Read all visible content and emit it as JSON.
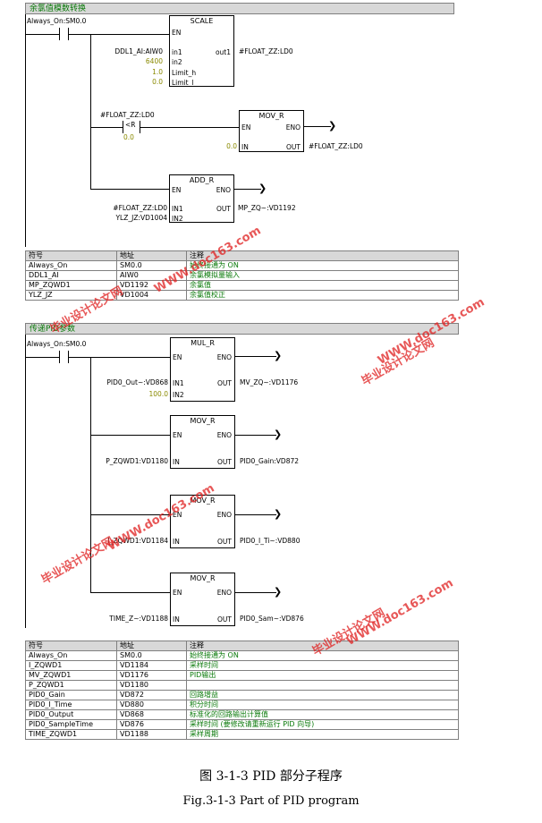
{
  "section1": {
    "header": "余氯值模数转换",
    "contact_label": "Always_On:SM0.0",
    "scale": {
      "title": "SCALE",
      "en": "EN",
      "in1": "in1",
      "in2": "in2",
      "limit_h": "Limit_h",
      "limit_l": "Limit_l",
      "out1": "out1",
      "in1_src": "DDL1_AI:AIW0",
      "in2_val": "6400",
      "limit_h_val": "1.0",
      "limit_l_val": "0.0",
      "out1_dst": "#FLOAT_ZZ:LD0"
    },
    "cmp": {
      "top": "#FLOAT_ZZ:LD0",
      "op": "<R",
      "bottom": "0.0"
    },
    "movr": {
      "title": "MOV_R",
      "en": "EN",
      "eno": "ENO",
      "in": "IN",
      "out": "OUT",
      "in_val": "0.0",
      "out_dst": "#FLOAT_ZZ:LD0"
    },
    "addr": {
      "title": "ADD_R",
      "en": "EN",
      "eno": "ENO",
      "in1": "IN1",
      "in2": "IN2",
      "out": "OUT",
      "in1_src": "#FLOAT_ZZ:LD0",
      "in2_src": "YLZ_JZ:VD1004",
      "out_dst": "MP_ZQ~:VD1192"
    }
  },
  "table1": {
    "headers": [
      "符号",
      "地址",
      "注释"
    ],
    "rows": [
      [
        "Always_On",
        "SM0.0",
        "始终接通为 ON"
      ],
      [
        "DDL1_AI",
        "AIW0",
        "余氯模拟量输入"
      ],
      [
        "MP_ZQWD1",
        "VD1192",
        "余氯值"
      ],
      [
        "YLZ_JZ",
        "VD1004",
        "余氯值校正"
      ]
    ]
  },
  "section2": {
    "header": "传递PID参数",
    "contact_label": "Always_On:SM0.0",
    "mulr": {
      "title": "MUL_R",
      "en": "EN",
      "eno": "ENO",
      "in1": "IN1",
      "in2": "IN2",
      "out": "OUT",
      "in1_src": "PID0_Out~:VD868",
      "in2_val": "100.0",
      "out_dst": "MV_ZQ~:VD1176"
    },
    "mov1": {
      "title": "MOV_R",
      "en": "EN",
      "eno": "ENO",
      "in": "IN",
      "out": "OUT",
      "in_src": "P_ZQWD1:VD1180",
      "out_dst": "PID0_Gain:VD872"
    },
    "mov2": {
      "title": "MOV_R",
      "en": "EN",
      "eno": "ENO",
      "in": "IN",
      "out": "OUT",
      "in_src": "I_ZQWD1:VD1184",
      "out_dst": "PID0_I_Ti~:VD880"
    },
    "mov3": {
      "title": "MOV_R",
      "en": "EN",
      "eno": "ENO",
      "in": "IN",
      "out": "OUT",
      "in_src": "TIME_Z~:VD1188",
      "out_dst": "PID0_Sam~:VD876"
    }
  },
  "table2": {
    "headers": [
      "符号",
      "地址",
      "注释"
    ],
    "rows": [
      [
        "Always_On",
        "SM0.0",
        "始终接通为 ON"
      ],
      [
        "I_ZQWD1",
        "VD1184",
        "采样时间"
      ],
      [
        "MV_ZQWD1",
        "VD1176",
        "PID输出"
      ],
      [
        "P_ZQWD1",
        "VD1180",
        ""
      ],
      [
        "PID0_Gain",
        "VD872",
        "回路增益"
      ],
      [
        "PID0_I_Time",
        "VD880",
        "积分时间"
      ],
      [
        "PID0_Output",
        "VD868",
        "标准化的回路输出计算值"
      ],
      [
        "PID0_SampleTime",
        "VD876",
        "采样时间 (要修改请重新运行 PID 向导)"
      ],
      [
        "TIME_ZQWD1",
        "VD1188",
        "采样周期"
      ]
    ]
  },
  "caption": {
    "zh": "图 3-1-3 PID 部分子程序",
    "en": "Fig.3-1-3 Part of PID program"
  },
  "watermarks": [
    "WWW.doc163.com",
    "毕业设计论文网"
  ]
}
